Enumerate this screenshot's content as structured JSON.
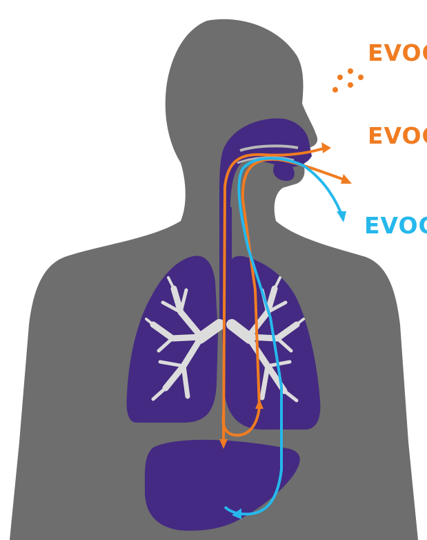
{
  "labels": [
    {
      "text": "EVOC",
      "color": "#f07c22"
    },
    {
      "text": "EVOC",
      "color": "#f07c22"
    },
    {
      "text": "EVOC",
      "color": "#26b8ec"
    }
  ],
  "colors": {
    "body": "#6e6e6e",
    "organ": "#442a82",
    "bronchi": "#dcdcdc",
    "pathway_orange": "#f07c22",
    "pathway_blue": "#26b8ec",
    "particles": "#f07c22"
  },
  "icons": [
    "human-silhouette",
    "lungs",
    "liver",
    "airway",
    "particle-dots"
  ]
}
